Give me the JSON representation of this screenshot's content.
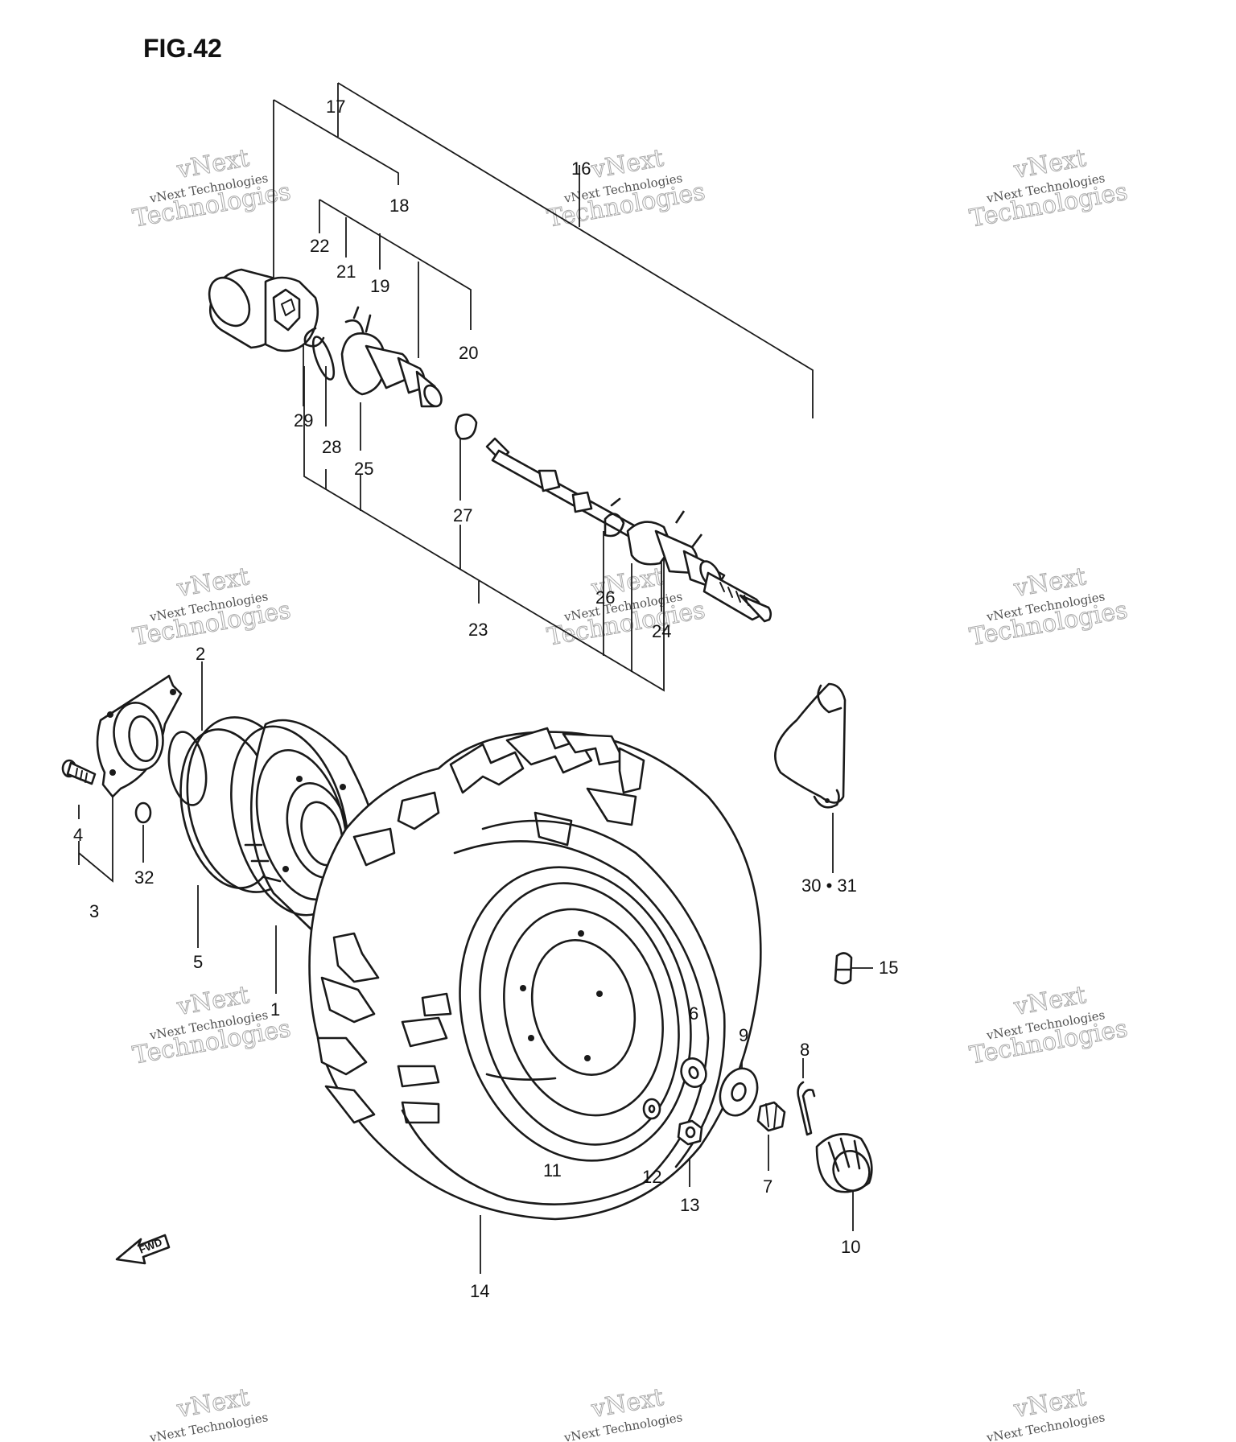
{
  "figure": {
    "title": "FIG.42"
  },
  "watermark": {
    "line1": "vNext Technologies",
    "line2": "vNext",
    "line3": "Technologies"
  },
  "direction_marker": {
    "label": "FWD"
  },
  "callouts": {
    "c1": "1",
    "c2": "2",
    "c3": "3",
    "c4": "4",
    "c5": "5",
    "c6": "6",
    "c7": "7",
    "c8": "8",
    "c9": "9",
    "c10": "10",
    "c11": "11",
    "c12": "12",
    "c13": "13",
    "c14": "14",
    "c15": "15",
    "c16": "16",
    "c17": "17",
    "c18": "18",
    "c19": "19",
    "c20": "20",
    "c21": "21",
    "c22": "22",
    "c23": "23",
    "c24": "24",
    "c25": "25",
    "c26": "26",
    "c27": "27",
    "c28": "28",
    "c29": "29",
    "c30_31": "30 • 31",
    "c32": "32"
  }
}
